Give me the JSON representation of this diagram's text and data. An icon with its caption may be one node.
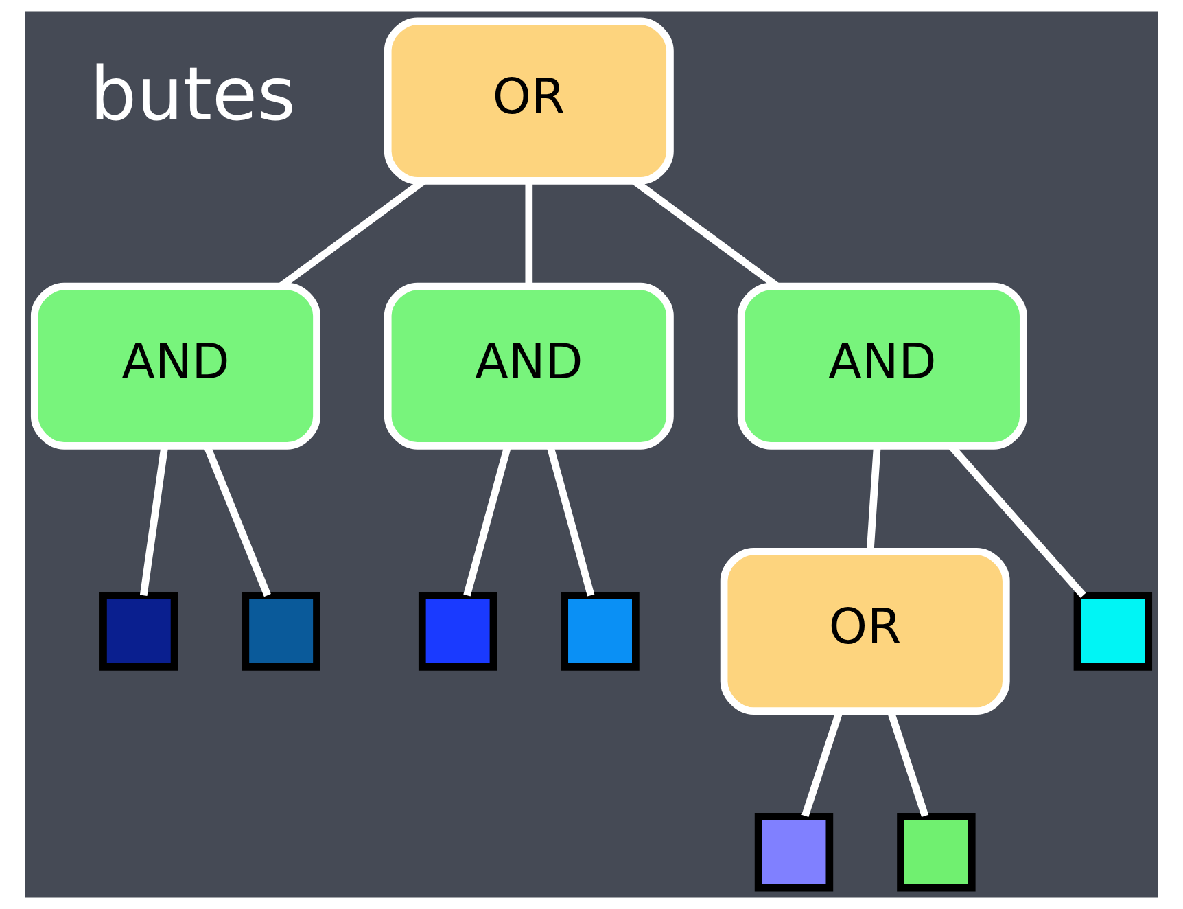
{
  "diagram": {
    "nodes": [
      {
        "text": [
          "OR"
        ]
      },
      {
        "text": [
          "AND"
        ]
      },
      {
        "text": [
          "AND"
        ]
      },
      {
        "text": [
          "AND"
        ]
      },
      {
        "text": [],
        "shape": "box"
      },
      {
        "text": [],
        "shape": "box"
      },
      {
        "text": [],
        "shape": "box"
      },
      {
        "text": [],
        "shape": "box"
      },
      {
        "text": [
          "OR"
        ]
      },
      {
        "text": [],
        "shape": "box"
      },
      {
        "text": [],
        "shape": "box"
      },
      {
        "text": [],
        "shape": "box"
      }
    ],
    "edges": [
      {
        "from": 0,
        "to": 1,
        "arrow": "none"
      },
      {
        "from": 0,
        "to": 2,
        "arrow": "none"
      },
      {
        "from": 0,
        "to": 3,
        "arrow": "none"
      },
      {
        "from": 1,
        "to": 4,
        "arrow": "none"
      },
      {
        "from": 1,
        "to": 5,
        "arrow": "none"
      },
      {
        "from": 2,
        "to": 6,
        "arrow": "none"
      },
      {
        "from": 2,
        "to": 7,
        "arrow": "none"
      },
      {
        "from": 3,
        "to": 8,
        "arrow": "none"
      },
      {
        "from": 3,
        "to": 9,
        "arrow": "none"
      },
      {
        "from": 8,
        "to": 10,
        "arrow": "none"
      },
      {
        "from": 8,
        "to": 11,
        "arrow": "none"
      }
    ],
    "labels": [
      "butes"
    ]
  }
}
